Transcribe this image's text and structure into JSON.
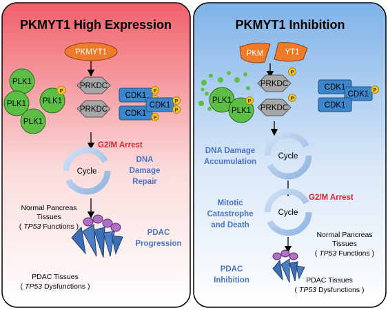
{
  "left_panel": {
    "title": "PKMYT1 High Expression",
    "pkmyt1": "PKMYT1",
    "plk1": "PLK1",
    "prkdc": "PRKDC",
    "cdk1": "CDK1",
    "phospho": "P",
    "arrest": "G2/M Arrest",
    "cycle": "Cycle",
    "repair_line1": "DNA",
    "repair_line2": "Damage",
    "repair_line3": "Repair",
    "normal_line1": "Normal Pancreas",
    "normal_line2": "Tissues",
    "normal_gene": "TP53",
    "normal_suffix": " Functions )",
    "open_paren": "( ",
    "pdac_line1": "PDAC Tissues",
    "pdac_suffix": " Dysfunctions )",
    "progression_line1": "PDAC",
    "progression_line2": "Progression"
  },
  "right_panel": {
    "title": "PKMYT1 Inhibition",
    "pkmyt1_left": "PKM",
    "pkmyt1_right": "YT1",
    "plk1": "PLK1",
    "prkdc": "PRKDC",
    "cdk1": "CDK1",
    "phospho": "P",
    "damage_line1": "DNA Damage",
    "damage_line2": "Accumulation",
    "cycle": "Cycle",
    "arrest": "G2/M Arrest",
    "mitotic_line1": "Mitotic",
    "mitotic_line2": "Catastrophe",
    "mitotic_line3": "and Death",
    "normal_line1": "Normal Pancreas",
    "normal_line2": "Tissues",
    "normal_gene": "TP53",
    "normal_suffix": " Functions )",
    "open_paren": "( ",
    "pdac_line1": "PDAC Tissues",
    "pdac_suffix": " Dysfunctions )",
    "inhibition_line1": "PDAC",
    "inhibition_line2": "Inhibition"
  },
  "colors": {
    "left_bg_top": "#f0606a",
    "left_bg_bottom": "#ffffff",
    "right_bg_top": "#7eb2e8",
    "right_bg_bottom": "#ffffff",
    "pkmyt1": "#ee7a2a",
    "plk1": "#5cbe44",
    "prkdc": "#a7a7a7",
    "cdk1": "#3d86cc",
    "phospho": "#f5c222",
    "label_blue": "#4a74c6",
    "label_red": "#e0202a"
  }
}
